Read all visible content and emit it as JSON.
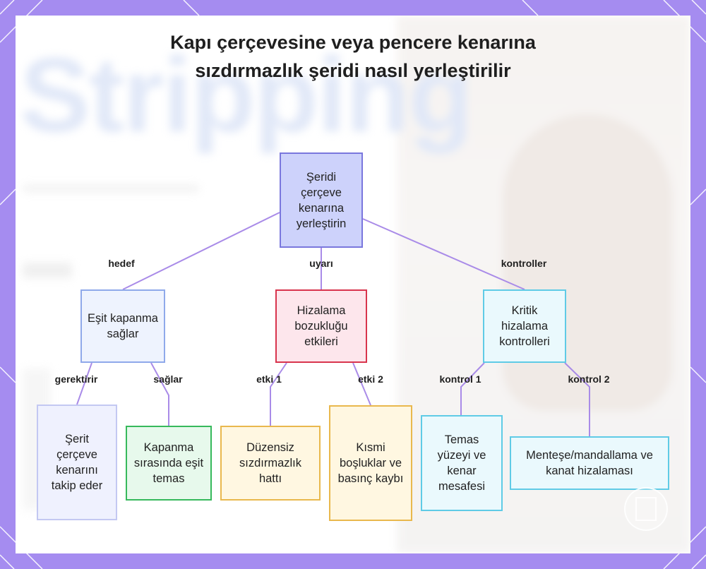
{
  "title": "Kapı çerçevesine veya pencere kenarına sızdırmazlık şeridi nasıl yerleştirilir",
  "background_word": "Stripping",
  "colors": {
    "frame": "#a58cf0",
    "edge": "#a98be8",
    "root_fill": "#cdd2fb",
    "root_border": "#7a77dd",
    "blue_fill": "#eef3fe",
    "blue_border": "#8fa9ea",
    "red_fill": "#fde6ec",
    "red_border": "#d8344d",
    "cyan_fill": "#eaf9fd",
    "cyan_border": "#5fcbe6",
    "lav_fill": "#eff1fe",
    "lav_border": "#c3c8f2",
    "green_fill": "#e7f9ec",
    "green_border": "#37b95c",
    "yellow_fill": "#fff7e1",
    "yellow_border": "#e9b84d"
  },
  "nodes": {
    "root": "Şeridi çerçeve kenarına yerleştirin",
    "equal": "Eşit kapanma sağlar",
    "misalign": "Hizalama bozukluğu etkileri",
    "critical": "Kritik hizalama kontrolleri",
    "follow": "Şerit çerçeve kenarını takip eder",
    "contact": "Kapanma sırasında eşit temas",
    "uneven": "Düzensiz sızdırmazlık hattı",
    "gaps": "Kısmi boşluklar ve basınç kaybı",
    "surface": "Temas yüzeyi ve kenar mesafesi",
    "hinge": "Menteşe/mandallama ve kanat hizalaması"
  },
  "edges": {
    "hedef": "hedef",
    "uyari": "uyarı",
    "kontroller": "kontroller",
    "gerektirir": "gerektirir",
    "saglar": "sağlar",
    "etki1": "etki 1",
    "etki2": "etki 2",
    "kontrol1": "kontrol 1",
    "kontrol2": "kontrol 2"
  },
  "icons": {
    "frame_decor": "diagonal-corner-lines",
    "watermark": "logo-badge-icon"
  }
}
